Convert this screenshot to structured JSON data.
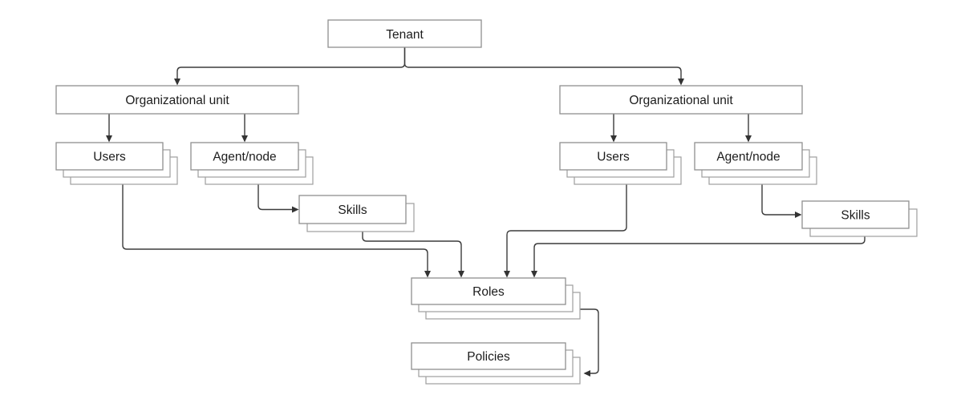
{
  "diagram": {
    "type": "hierarchy-flowchart",
    "nodes": {
      "tenant": {
        "label": "Tenant"
      },
      "org_unit_left": {
        "label": "Organizational unit"
      },
      "org_unit_right": {
        "label": "Organizational unit"
      },
      "users_left": {
        "label": "Users"
      },
      "agent_node_left": {
        "label": "Agent/node"
      },
      "skills_left": {
        "label": "Skills"
      },
      "users_right": {
        "label": "Users"
      },
      "agent_node_right": {
        "label": "Agent/node"
      },
      "skills_right": {
        "label": "Skills"
      },
      "roles": {
        "label": "Roles"
      },
      "policies": {
        "label": "Policies"
      }
    },
    "edges": [
      {
        "from": "Tenant",
        "to": "Organizational unit (left)"
      },
      {
        "from": "Tenant",
        "to": "Organizational unit (right)"
      },
      {
        "from": "Organizational unit (left)",
        "to": "Users (left)"
      },
      {
        "from": "Organizational unit (left)",
        "to": "Agent/node (left)"
      },
      {
        "from": "Agent/node (left)",
        "to": "Skills (left)"
      },
      {
        "from": "Users (left)",
        "to": "Roles"
      },
      {
        "from": "Skills (left)",
        "to": "Roles"
      },
      {
        "from": "Organizational unit (right)",
        "to": "Users (right)"
      },
      {
        "from": "Organizational unit (right)",
        "to": "Agent/node (right)"
      },
      {
        "from": "Agent/node (right)",
        "to": "Skills (right)"
      },
      {
        "from": "Users (right)",
        "to": "Roles"
      },
      {
        "from": "Skills (right)",
        "to": "Roles"
      },
      {
        "from": "Roles",
        "to": "Policies"
      }
    ],
    "colors": {
      "background": "#ffffff",
      "box_fill": "#ffffff",
      "box_border": "#8f8f8f",
      "connector": "#3c3c3c",
      "text": "#1c1c1c"
    }
  }
}
